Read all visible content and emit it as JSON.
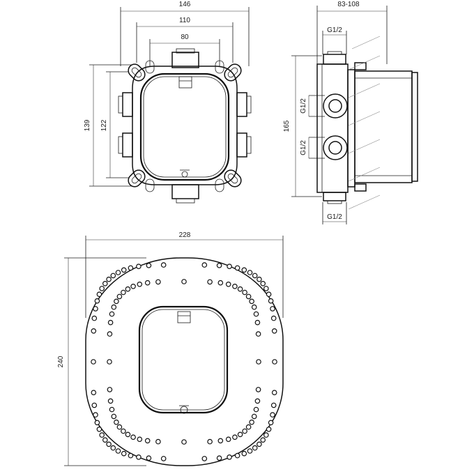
{
  "dimensions": {
    "top_width_overall": "146",
    "top_width_mid": "110",
    "top_width_inner": "80",
    "top_height_overall": "139",
    "top_height_inner": "122",
    "side_depth": "83-108",
    "side_height": "165",
    "thread_top": "G1/2",
    "thread_upper_port": "G1/2",
    "thread_lower_port": "G1/2",
    "thread_bottom": "G1/2",
    "plate_width": "228",
    "plate_height": "240"
  }
}
